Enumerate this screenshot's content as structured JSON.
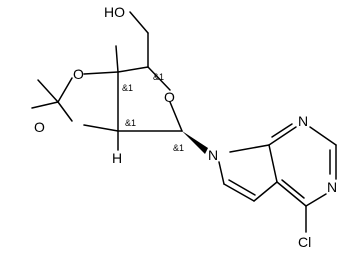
{
  "molecule": {
    "atom_labels": {
      "oh": "HO",
      "o_ring_upper": "O",
      "o_ring_lower": "O",
      "o_furanose": "O",
      "h": "H",
      "n_pyrrole": "N",
      "n_upper": "N",
      "n_lower": "N",
      "cl": "Cl"
    },
    "stereo_labels": {
      "c_methyl": "&1",
      "c_hydroxymethyl": "&1",
      "c_h": "&1",
      "c_anomeric": "&1"
    }
  }
}
